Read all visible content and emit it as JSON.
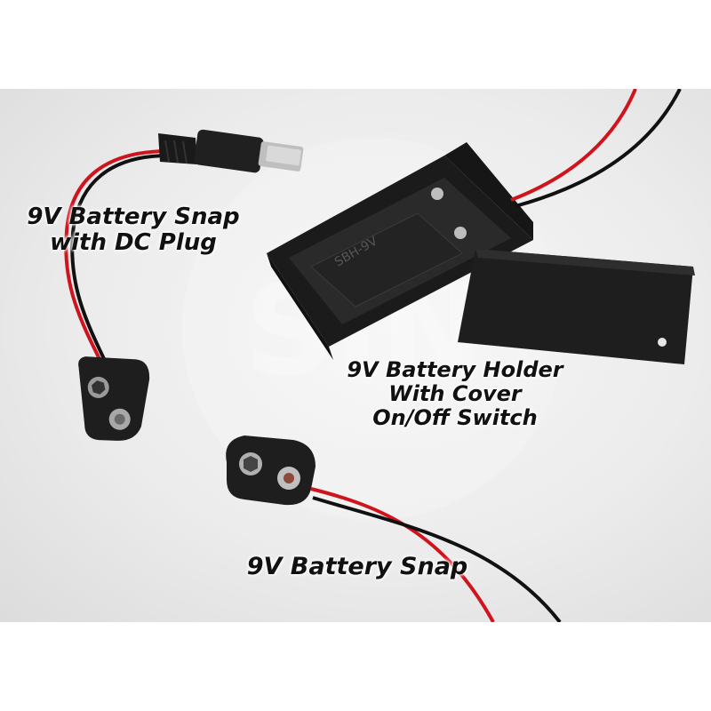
{
  "labels": {
    "snap_dc": [
      "9V Battery Snap",
      "with DC Plug"
    ],
    "holder": [
      "9V Battery Holder",
      "With Cover",
      "On/Off Switch"
    ],
    "snap": [
      "9V Battery Snap"
    ]
  },
  "watermark": "SIN",
  "embossed_text": "SBH-9V",
  "colors": {
    "background": "#ffffff",
    "photo_backdrop": "#ececec",
    "plastic": "#1c1c1c",
    "wire_red": "#d0141e",
    "wire_black": "#111111",
    "metal": "#b9b9b9"
  }
}
